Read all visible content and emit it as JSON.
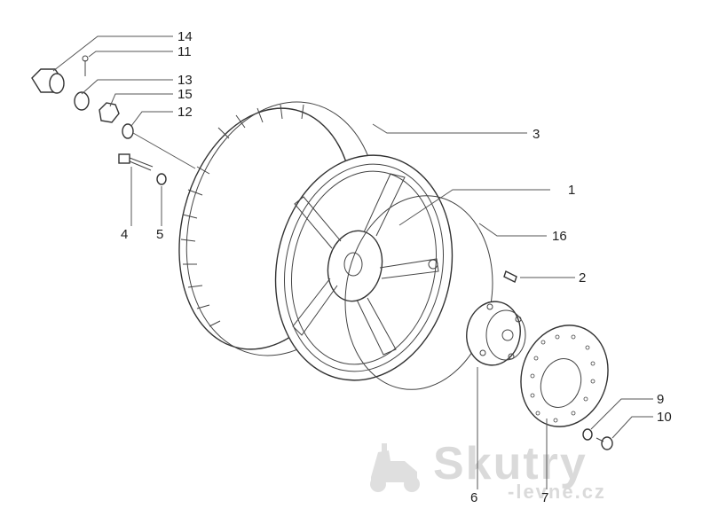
{
  "callouts": {
    "c1": "1",
    "c2": "2",
    "c3": "3",
    "c4": "4",
    "c5": "5",
    "c6": "6",
    "c7": "7",
    "c9": "9",
    "c10": "10",
    "c11": "11",
    "c12": "12",
    "c13": "13",
    "c14": "14",
    "c15": "15",
    "c16": "16"
  },
  "watermark": {
    "brand": "Skutry",
    "domain": "-levne.cz"
  },
  "colors": {
    "line": "#333333",
    "watermark": "#d6d6d6"
  }
}
